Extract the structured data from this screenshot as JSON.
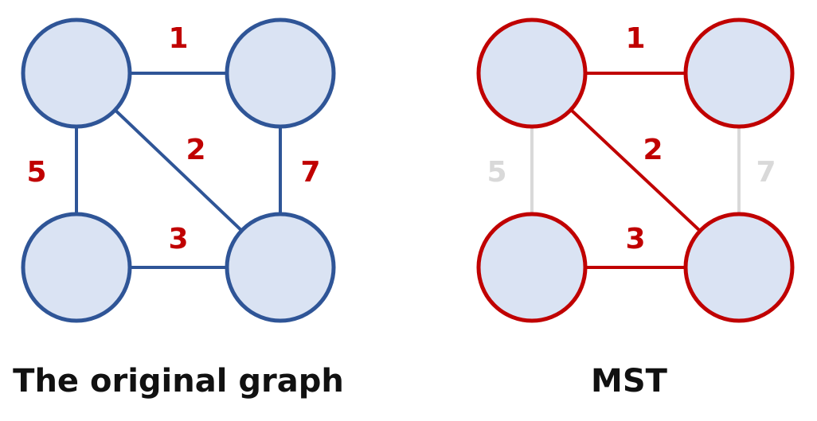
{
  "colors": {
    "node_fill": "#DAE3F3",
    "original_stroke": "#2F5597",
    "mst_stroke": "#C00000",
    "excluded_edge": "#D9D9D9",
    "weight_text": "#C00000",
    "excluded_weight_text": "#D9D9D9",
    "caption_text": "#111111"
  },
  "graphs": [
    {
      "caption": "The original graph",
      "style": "original",
      "nodes": [
        "top-left",
        "top-right",
        "bottom-left",
        "bottom-right"
      ],
      "edges": [
        {
          "from": "top-left",
          "to": "top-right",
          "weight": "1",
          "in_tree": true
        },
        {
          "from": "top-left",
          "to": "bottom-right",
          "weight": "2",
          "in_tree": true
        },
        {
          "from": "bottom-left",
          "to": "bottom-right",
          "weight": "3",
          "in_tree": true
        },
        {
          "from": "top-left",
          "to": "bottom-left",
          "weight": "5",
          "in_tree": true
        },
        {
          "from": "top-right",
          "to": "bottom-right",
          "weight": "7",
          "in_tree": true
        }
      ]
    },
    {
      "caption": "MST",
      "style": "mst",
      "nodes": [
        "top-left",
        "top-right",
        "bottom-left",
        "bottom-right"
      ],
      "edges": [
        {
          "from": "top-left",
          "to": "top-right",
          "weight": "1",
          "in_tree": true
        },
        {
          "from": "top-left",
          "to": "bottom-right",
          "weight": "2",
          "in_tree": true
        },
        {
          "from": "bottom-left",
          "to": "bottom-right",
          "weight": "3",
          "in_tree": true
        },
        {
          "from": "top-left",
          "to": "bottom-left",
          "weight": "5",
          "in_tree": false
        },
        {
          "from": "top-right",
          "to": "bottom-right",
          "weight": "7",
          "in_tree": false
        }
      ]
    }
  ]
}
